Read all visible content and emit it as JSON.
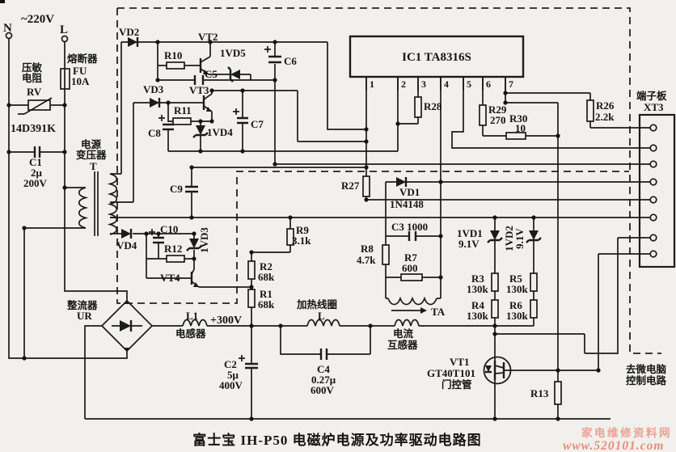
{
  "colors": {
    "line": "#1b1b1b",
    "background": "#f1f0ec",
    "watermark_site": "#eba193",
    "watermark_url": "#e78d77"
  },
  "labels": {
    "ac": "~220V",
    "n": "N",
    "l": "L",
    "fuse_name": "熔断器",
    "fuse_ref": "FU",
    "fuse_val": "10A",
    "rv_name1": "压敏",
    "rv_name2": "电阻",
    "rv_ref": "RV",
    "rv_model": "14D391K",
    "c1_ref": "C1",
    "c1_v1": "2μ",
    "c1_v2": "200V",
    "tx_name1": "电源",
    "tx_name2": "变压器",
    "tx_ref": "T",
    "vd2": "VD2",
    "vt2": "VT2",
    "r10": "R10",
    "zd5": "1VD5",
    "c5": "C5",
    "c6": "C6",
    "vd3": "VD3",
    "vt3": "VT3",
    "r11": "R11",
    "c8": "C8",
    "zd4": "1VD4",
    "c7": "C7",
    "ic_title": "IC1 TA8316S",
    "ic_pins": [
      "1",
      "2",
      "3",
      "4",
      "5",
      "6",
      "7"
    ],
    "r28": "R28",
    "r29": "R29",
    "r29_val": "270",
    "r30": "R30",
    "r30_val": "10",
    "r26": "R26",
    "r26_val": "2.2k",
    "xt_name": "端子板",
    "xt_ref": "XT3",
    "c9": "C9",
    "r27": "R27",
    "vd1_ref": "VD1",
    "vd1_model": "1N4148",
    "c10": "C10",
    "vd4": "VD4",
    "r12": "R12",
    "zd3": "1VD3",
    "vt4": "VT4",
    "r9": "R9",
    "r9_val": "3.1k",
    "r2": "R2",
    "r2_val": "68k",
    "r1": "R1",
    "r1_val": "68k",
    "c3": "C3 1000",
    "r8": "R8",
    "r8_val": "4.7k",
    "r7": "R7",
    "r7_val": "600",
    "ta": "TA",
    "zd1_ref": "1VD1",
    "zd1_val": "9.1V",
    "zd2_ref": "1VD2",
    "zd2_val": "9.1V",
    "r3": "R3",
    "r3_val": "130k",
    "r4": "R4",
    "r4_val": "130k",
    "r5": "R5",
    "r5_val": "130k",
    "r6": "R6",
    "r6_val": "130k",
    "rect_name": "整流器",
    "rect_ref": "UR",
    "l1_ref": "L1",
    "l1_name": "电感器",
    "v300": "+300V",
    "c2_ref": "C2",
    "c2_v1": "5μ",
    "c2_v2": "400V",
    "coil_name": "加热线圈",
    "coil_ref": "L",
    "c4_ref": "C4",
    "c4_v1": "0.27μ",
    "c4_v2": "600V",
    "ct_name1": "电流",
    "ct_name2": "互感器",
    "vt1_ref": "VT1",
    "vt1_model": "GT40T101",
    "vt1_name": "门控管",
    "r13": "R13",
    "mcu1": "去微电脑",
    "mcu2": "控制电路"
  },
  "terminal_board": {
    "terminal_count": 8
  },
  "caption": "富士宝 IH-P50 电磁炉电源及功率驱动电路图",
  "watermark": {
    "site_name": "家电维修资料网",
    "url": "www.520101.com"
  }
}
